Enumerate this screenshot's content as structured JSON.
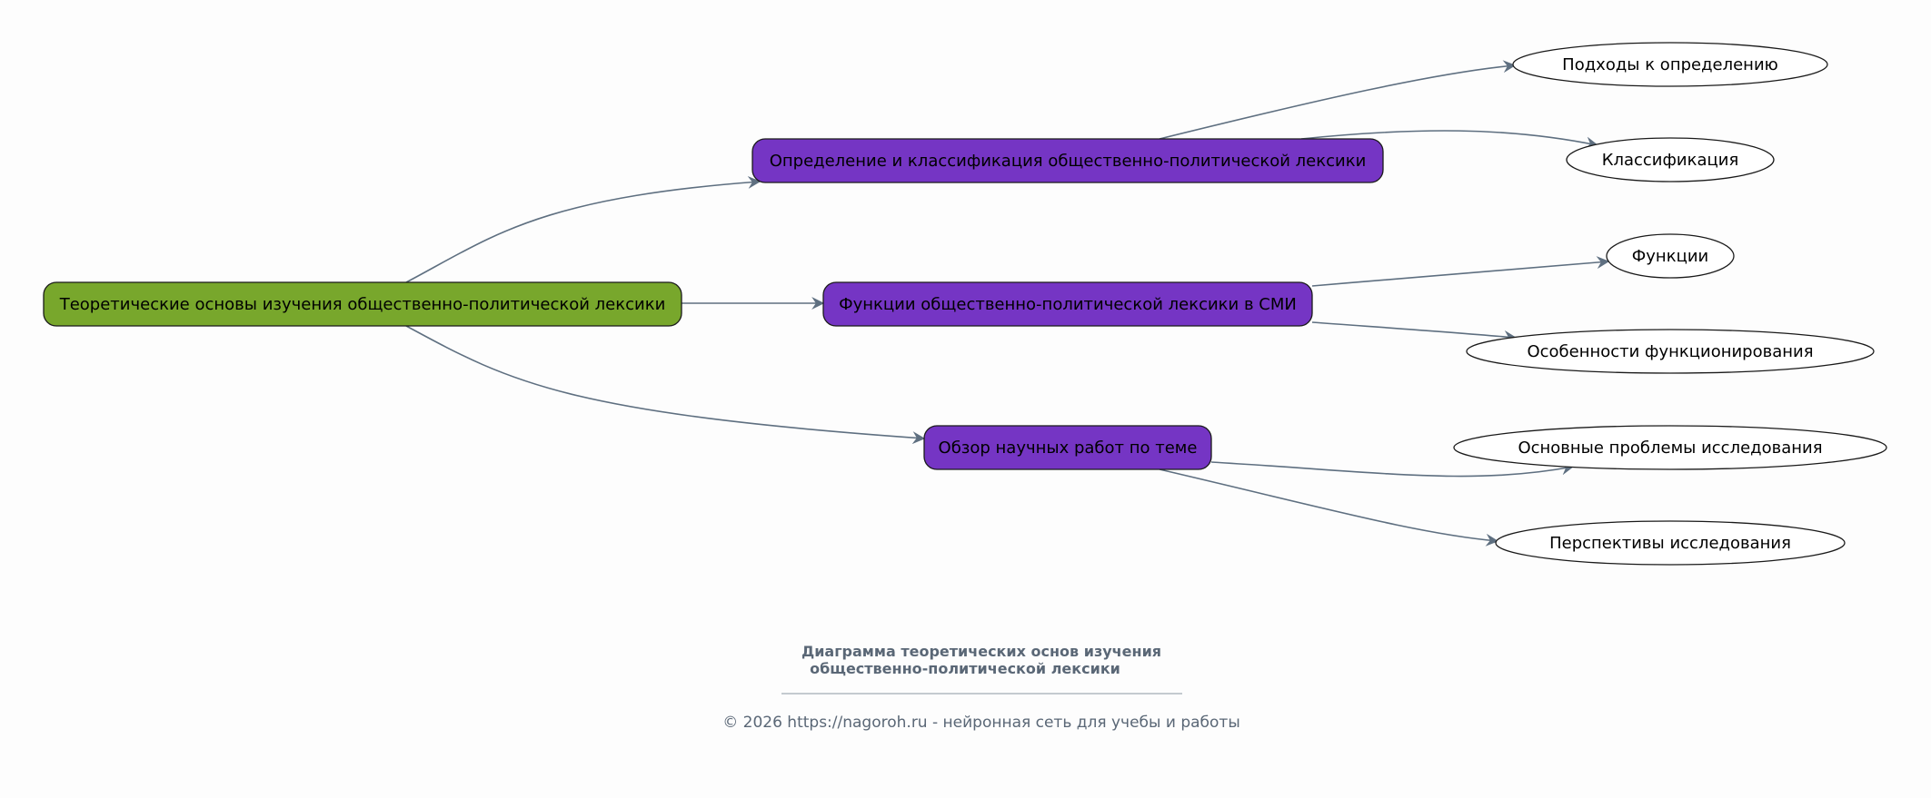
{
  "colors": {
    "root_fill": "#78a72c",
    "branch_fill": "#7535c4",
    "leaf_fill": "#ffffff",
    "edge": "#5e6f80",
    "footer_text": "#5a6776"
  },
  "root": {
    "label": "Теоретические основы изучения общественно-политической лексики"
  },
  "branches": [
    {
      "label": "Определение и классификация общественно-политической лексики",
      "leaves": [
        {
          "label": "Подходы к определению"
        },
        {
          "label": "Классификация"
        }
      ]
    },
    {
      "label": "Функции общественно-политической лексики в СМИ",
      "leaves": [
        {
          "label": "Функции"
        },
        {
          "label": "Особенности функционирования"
        }
      ]
    },
    {
      "label": "Обзор научных работ по теме",
      "leaves": [
        {
          "label": "Основные проблемы исследования"
        },
        {
          "label": "Перспективы исследования"
        }
      ]
    }
  ],
  "footer": {
    "title_line1": "Диаграмма теоретических основ изучения",
    "title_line2": "общественно-политической лексики",
    "copyright": "© 2026 https://nagoroh.ru - нейронная сеть для учебы и работы"
  }
}
